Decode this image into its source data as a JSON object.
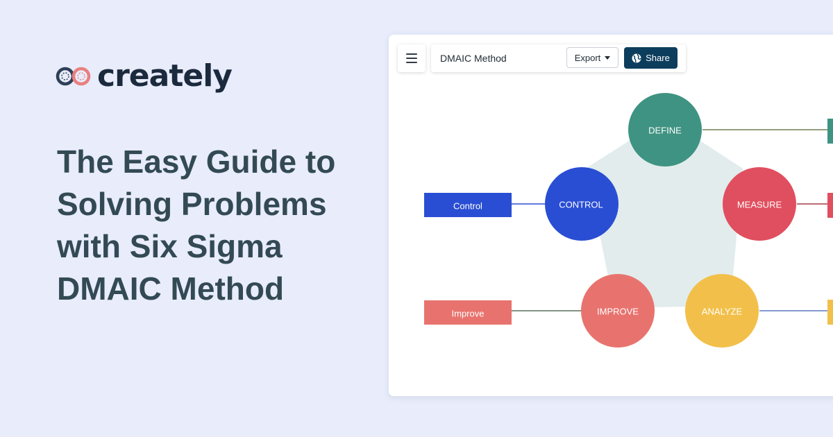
{
  "brand": {
    "name": "creately"
  },
  "headline": {
    "lines": [
      "The Easy Guide to",
      "Solving Problems",
      "with Six Sigma",
      "DMAIC Method"
    ]
  },
  "toolbar": {
    "menu_icon": "hamburger-menu-icon",
    "document_title": "DMAIC Method",
    "export_label": "Export",
    "share_label": "Share",
    "share_icon": "globe-icon"
  },
  "diagram": {
    "center_shape": "pentagon",
    "center_color": "#e2ecec",
    "nodes": [
      {
        "id": "define",
        "label": "DEFINE",
        "color": "#3f9382"
      },
      {
        "id": "measure",
        "label": "MEASURE",
        "color": "#e04f5f"
      },
      {
        "id": "analyze",
        "label": "ANALYZE",
        "color": "#f2c04a"
      },
      {
        "id": "improve",
        "label": "IMPROVE",
        "color": "#e8736e"
      },
      {
        "id": "control",
        "label": "CONTROL",
        "color": "#2a4ed3"
      }
    ],
    "side_labels": [
      {
        "id": "control",
        "label": "Control",
        "color": "#2a4ed3"
      },
      {
        "id": "improve",
        "label": "Improve",
        "color": "#e8736e"
      }
    ]
  }
}
